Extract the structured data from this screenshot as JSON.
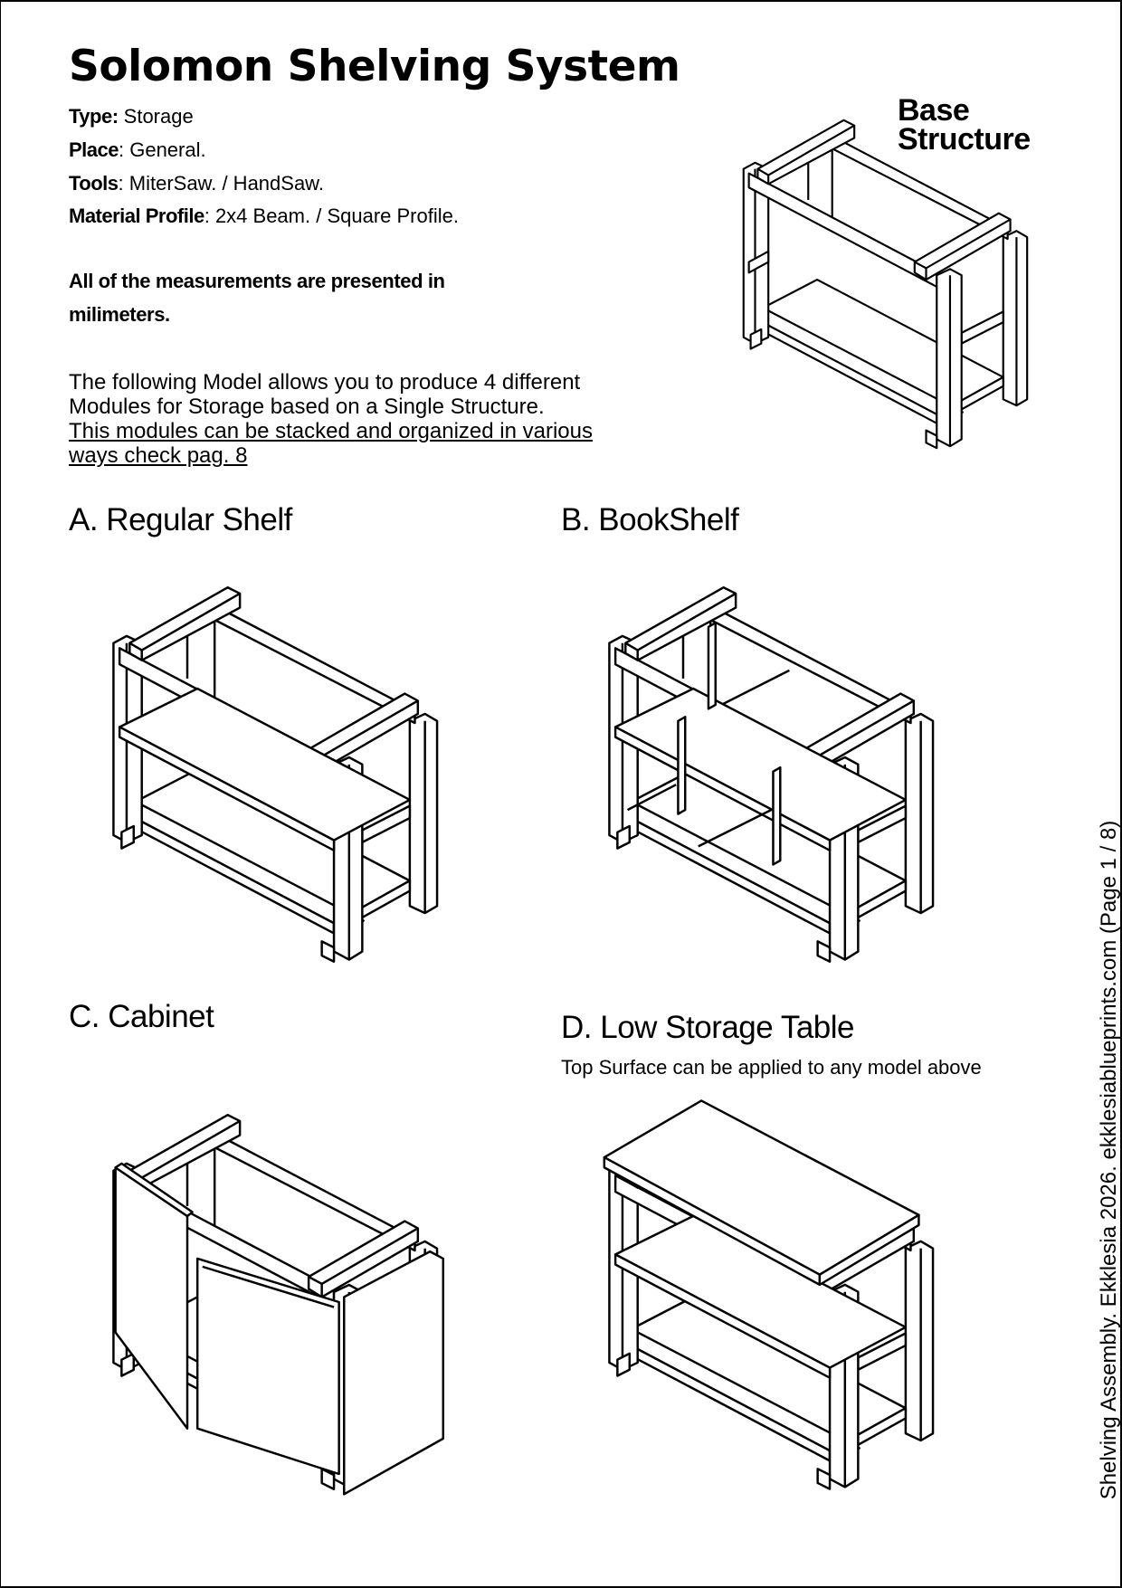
{
  "title": "Solomon Shelving System",
  "meta": [
    {
      "label": "Type:",
      "value": " Storage"
    },
    {
      "label": "Place",
      "value": ": General."
    },
    {
      "label": "Tools",
      "value": ": MiterSaw. / HandSaw."
    },
    {
      "label": "Material Profile",
      "value": ": 2x4 Beam. / Square Profile."
    }
  ],
  "note": [
    "All of the measurements are presented in",
    "milimeters."
  ],
  "intro": {
    "line1": "The following Model allows you to produce 4 different",
    "line2": "Modules for Storage based on a Single Structure.",
    "line3": "This modules can be stacked and organized in various",
    "line4": "ways check  pag. 8"
  },
  "base_label": [
    "Base",
    "Structure"
  ],
  "sections": {
    "a": "A. Regular Shelf",
    "b": "B. BookShelf",
    "c": "C. Cabinet",
    "d": "D. Low Storage Table",
    "d_sub": "Top Surface can be applied to any model above"
  },
  "footer": "Shelving Assembly. Ekklesia 2026. ekklesiablueprints.com  (Page 1 / 8)"
}
